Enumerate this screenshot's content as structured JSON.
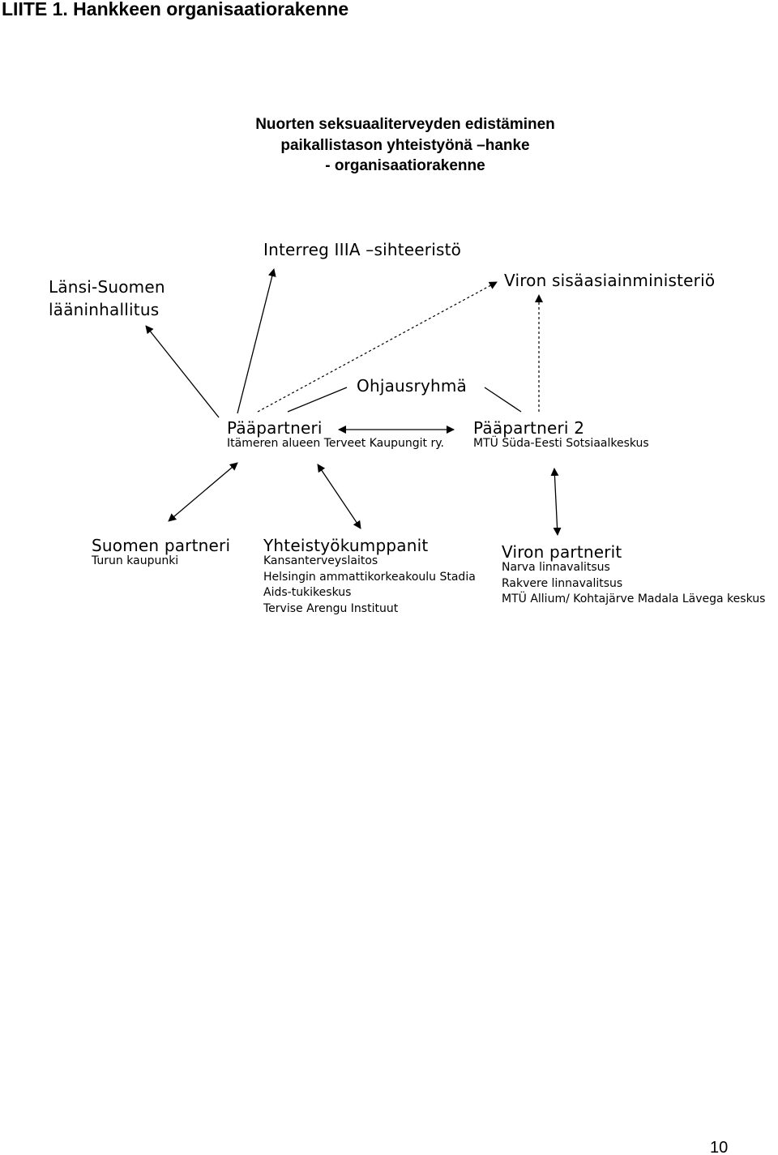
{
  "page_heading": "LIITE 1. Hankkeen organisaatiorakenne",
  "chart_title": [
    "Nuorten seksuaaliterveyden edistäminen",
    "paikallistason yhteistyönä –hanke",
    "- organisaatiorakenne"
  ],
  "nodes": {
    "interreg": "Interreg IIIA –sihteeristö",
    "lansi_suomen": [
      "Länsi-Suomen",
      "lääninhallitus"
    ],
    "viron_ministerio": "Viron sisäasiainministeriö",
    "ohjausryhma": "Ohjausryhmä",
    "paapartneri": {
      "title": "Pääpartneri",
      "subtitle": "Itämeren alueen Terveet Kaupungit ry."
    },
    "paapartneri2": {
      "title": "Pääpartneri 2",
      "subtitle": "MTÜ Süda-Eesti Sotsiaalkeskus"
    },
    "suomen_partneri": {
      "title": "Suomen partneri",
      "members": [
        "Turun kaupunki"
      ]
    },
    "yhteistyokumppanit": {
      "title": "Yhteistyökumppanit",
      "members": [
        "Kansanterveyslaitos",
        "Helsingin ammattikorkeakoulu Stadia",
        "Aids-tukikeskus",
        "Tervise Arengu Instituut"
      ]
    },
    "viron_partnerit": {
      "title": "Viron partnerit",
      "members": [
        "Narva linnavalitsus",
        "Rakvere linnavalitsus",
        "MTÜ Allium/ Kohtajärve Madala Lävega keskus"
      ]
    }
  },
  "line_color": "#000000",
  "page_number": "10"
}
